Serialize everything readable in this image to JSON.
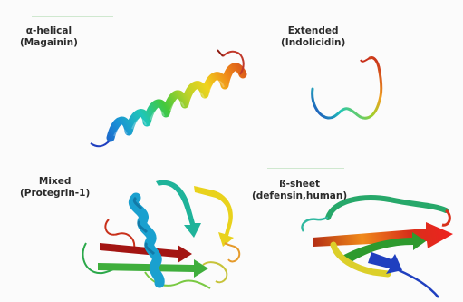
{
  "panels": [
    {
      "name": "α-helical",
      "example": "(Magainin)"
    },
    {
      "name": "Extended",
      "example": "(Indolicidin)"
    },
    {
      "name": "Mixed",
      "example": "(Protegrin-1)"
    },
    {
      "name": "ß-sheet",
      "example": "(defensin,human)"
    }
  ],
  "colors": {
    "rainbow": [
      "#1f3fbf",
      "#1a8fd6",
      "#1fc6b8",
      "#43c83c",
      "#b8d12a",
      "#f0d31c",
      "#f08a1a",
      "#d8301a",
      "#a31512"
    ]
  }
}
